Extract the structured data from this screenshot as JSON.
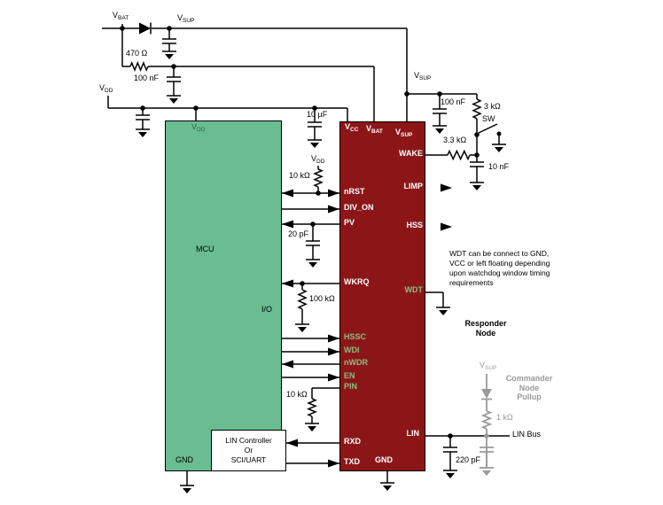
{
  "colors": {
    "mcu_green": "#69bd90",
    "chip_red": "#8c1617",
    "pin_green_text": "#8abf80",
    "commander_gray": "#9a9a9a",
    "wire_black": "#000000"
  },
  "power": {
    "vbat": {
      "t": "V",
      "sub": "BAT"
    },
    "vsup_top": {
      "t": "V",
      "sub": "SUP"
    },
    "vdd_left": {
      "t": "V",
      "sub": "DD"
    },
    "vdd_pullup": {
      "t": "V",
      "sub": "DD"
    },
    "vsup_mid": {
      "t": "V",
      "sub": "SUP"
    },
    "vsup_lin": {
      "t": "V",
      "sub": "SUP"
    }
  },
  "components": {
    "r_470": "470 Ω",
    "c_100n_left": "100 nF",
    "c_10u": "10 µF",
    "r_10k_nrst": "10 kΩ",
    "c_20p": "20 pF",
    "r_100k": "100 kΩ",
    "r_10k_pin": "10 kΩ",
    "c_100n_right": "100 nF",
    "r_3k": "3 kΩ",
    "sw": "SW",
    "r_3k3": "3.3 kΩ",
    "c_10n": "10 nF",
    "c_220p": "220 pF",
    "r_1k": "1 kΩ"
  },
  "mcu": {
    "vdd": {
      "t": "V",
      "sub": "DD"
    },
    "name": "MCU",
    "io": "I/O",
    "gnd": "GND"
  },
  "lin_controller": {
    "line1": "LIN Controller",
    "line2": "Or",
    "line3": "SCI/UART"
  },
  "chip": {
    "vcc": {
      "t": "V",
      "sub": "CC"
    },
    "vbat": {
      "t": "V",
      "sub": "BAT"
    },
    "vsup": {
      "t": "V",
      "sub": "SUP"
    },
    "nrst": "nRST",
    "div_on": "DIV_ON",
    "pv": "PV",
    "wkrq": "WKRQ",
    "hssc": "HSSC",
    "wdi": "WDI",
    "nwdr": "nWDR",
    "en": "EN",
    "pin": "PIN",
    "rxd": "RXD",
    "txd": "TXD",
    "gnd": "GND",
    "wake": "WAKE",
    "limp": "LIMP",
    "hss": "HSS",
    "wdt": "WDT",
    "lin": "LIN"
  },
  "annotations": {
    "wdt_note_lines": [
      "WDT can be connect to GND,",
      "VCC or left floating depending",
      "upon watchdog window timing",
      "requirements"
    ],
    "responder_line1": "Responder",
    "responder_line2": "Node",
    "commander_line1": "Commander",
    "commander_line2": "Node",
    "commander_line3": "Pullup",
    "lin_bus": "LIN Bus"
  }
}
